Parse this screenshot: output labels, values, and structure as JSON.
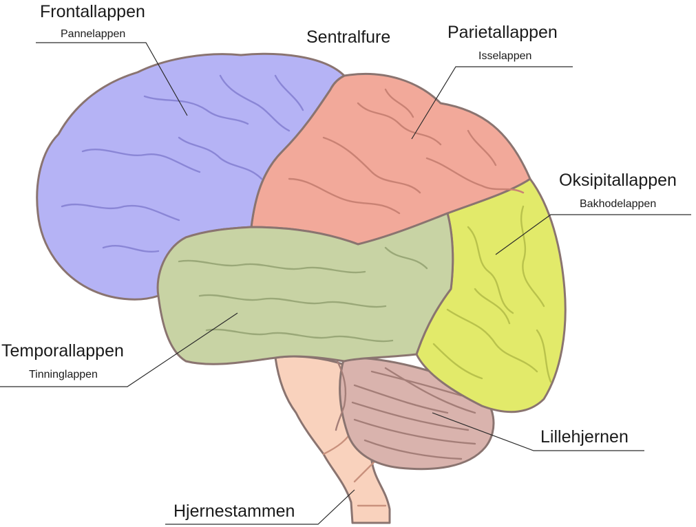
{
  "labels": {
    "frontal": {
      "title": "Frontallappen",
      "subtitle": "Pannelappen"
    },
    "central_sulcus": {
      "title": "Sentralfure"
    },
    "parietal": {
      "title": "Parietallappen",
      "subtitle": "Isselappen"
    },
    "occipital": {
      "title": "Oksipitallappen",
      "subtitle": "Bakhodelappen"
    },
    "temporal": {
      "title": "Temporallappen",
      "subtitle": "Tinninglappen"
    },
    "cerebellum": {
      "title": "Lillehjernen"
    },
    "brainstem": {
      "title": "Hjernestammen"
    }
  },
  "colors": {
    "frontal": "#b5b3f5",
    "parietal": "#f2a99a",
    "occipital": "#e2ea6a",
    "temporal": "#c8d3a4",
    "cerebellum": "#d9b3ad",
    "brainstem": "#f9d2bd",
    "outline": "#8a7470"
  }
}
